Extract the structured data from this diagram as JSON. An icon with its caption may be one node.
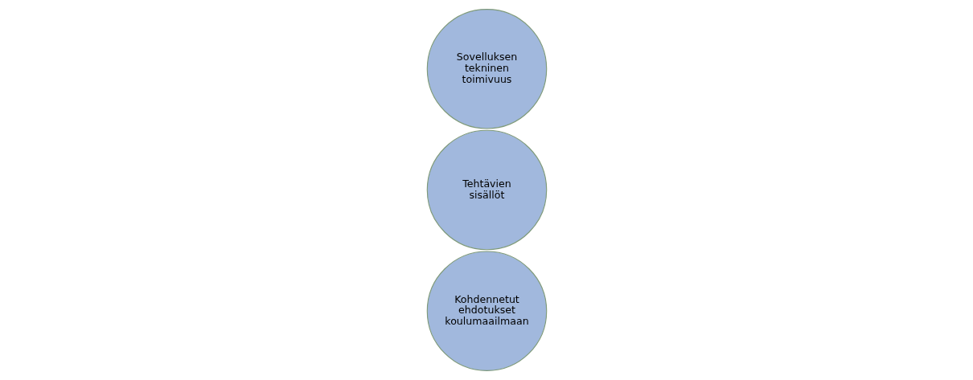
{
  "diagram": {
    "nodes": [
      {
        "text": [
          "Sovelluksen tekninen toimivuus"
        ]
      },
      {
        "text": [
          "Tehtävien sisällöt"
        ]
      },
      {
        "text": [
          "Kohdennetut ehdotukset koulumaailmaan"
        ]
      }
    ]
  }
}
